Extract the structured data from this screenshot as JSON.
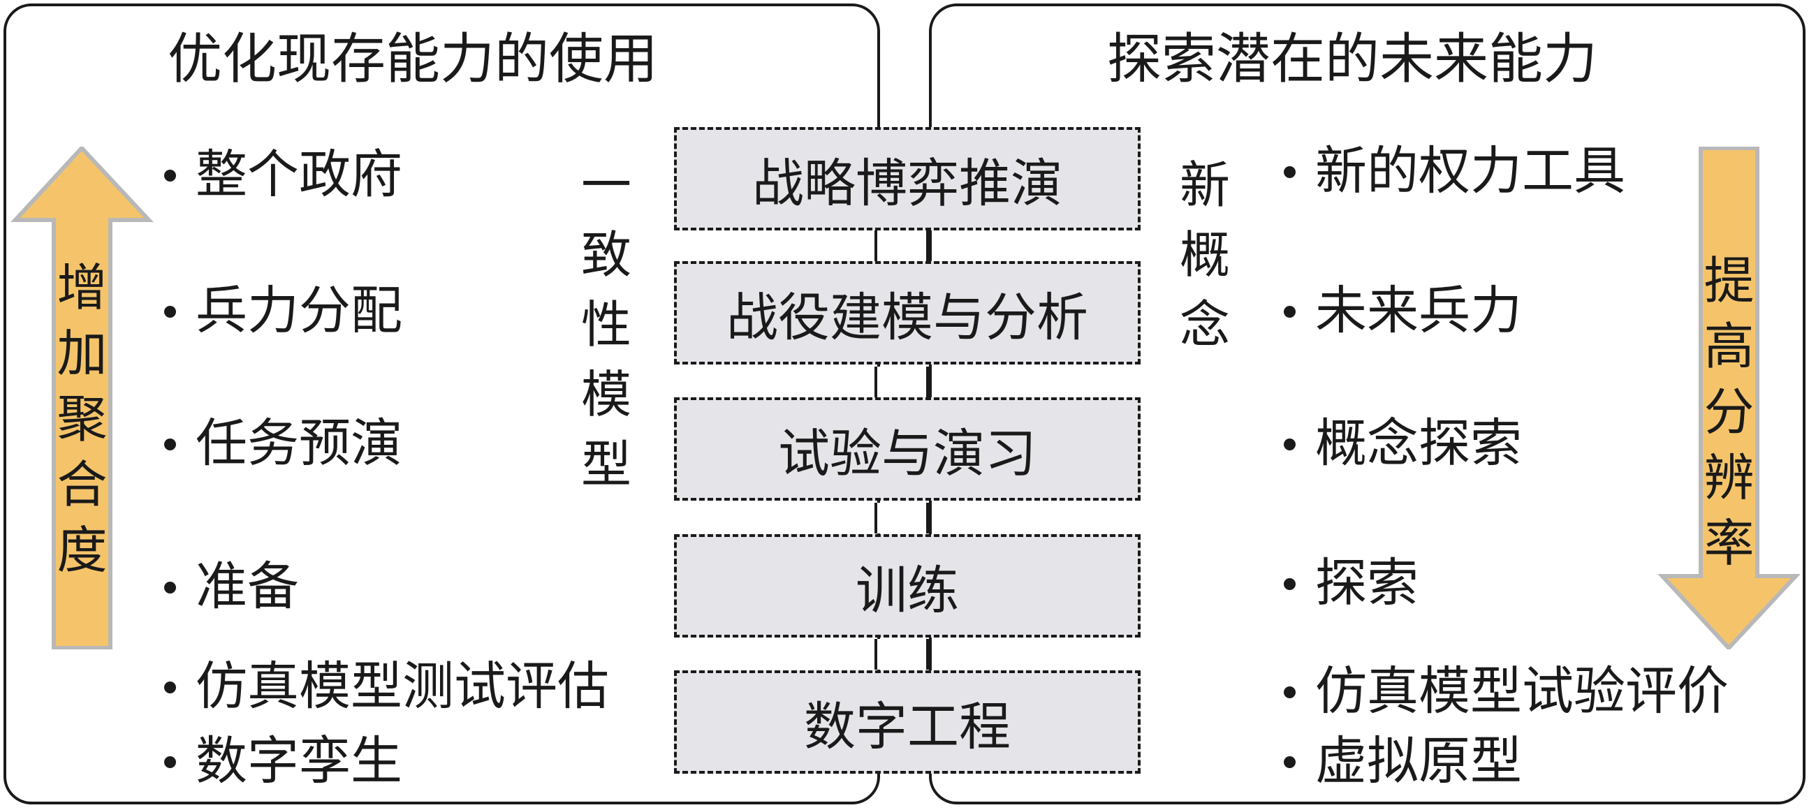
{
  "left_panel": {
    "title": "优化现存能力的使用",
    "items": [
      "整个政府",
      "兵力分配",
      "任务预演",
      "准备",
      "仿真模型测试评估",
      "数字孪生"
    ]
  },
  "right_panel": {
    "title": "探索潜在的未来能力",
    "items": [
      "新的权力工具",
      "未来兵力",
      "概念探索",
      "探索",
      "仿真模型试验评价",
      "虚拟原型"
    ]
  },
  "center": {
    "vertical_label_left": "一致性模型",
    "vertical_label_right": "新概念",
    "boxes": [
      "战略博弈推演",
      "战役建模与分析",
      "试验与演习",
      "训练",
      "数字工程"
    ]
  },
  "arrows": {
    "left": {
      "label": "增加聚合度",
      "direction": "up"
    },
    "right": {
      "label": "提高分辨率",
      "direction": "down"
    }
  },
  "colors": {
    "arrow_fill": "#f5c46a",
    "arrow_outline": "#b8b8b8",
    "box_fill": "#e5e5e9",
    "stroke": "#1a1a1a"
  }
}
